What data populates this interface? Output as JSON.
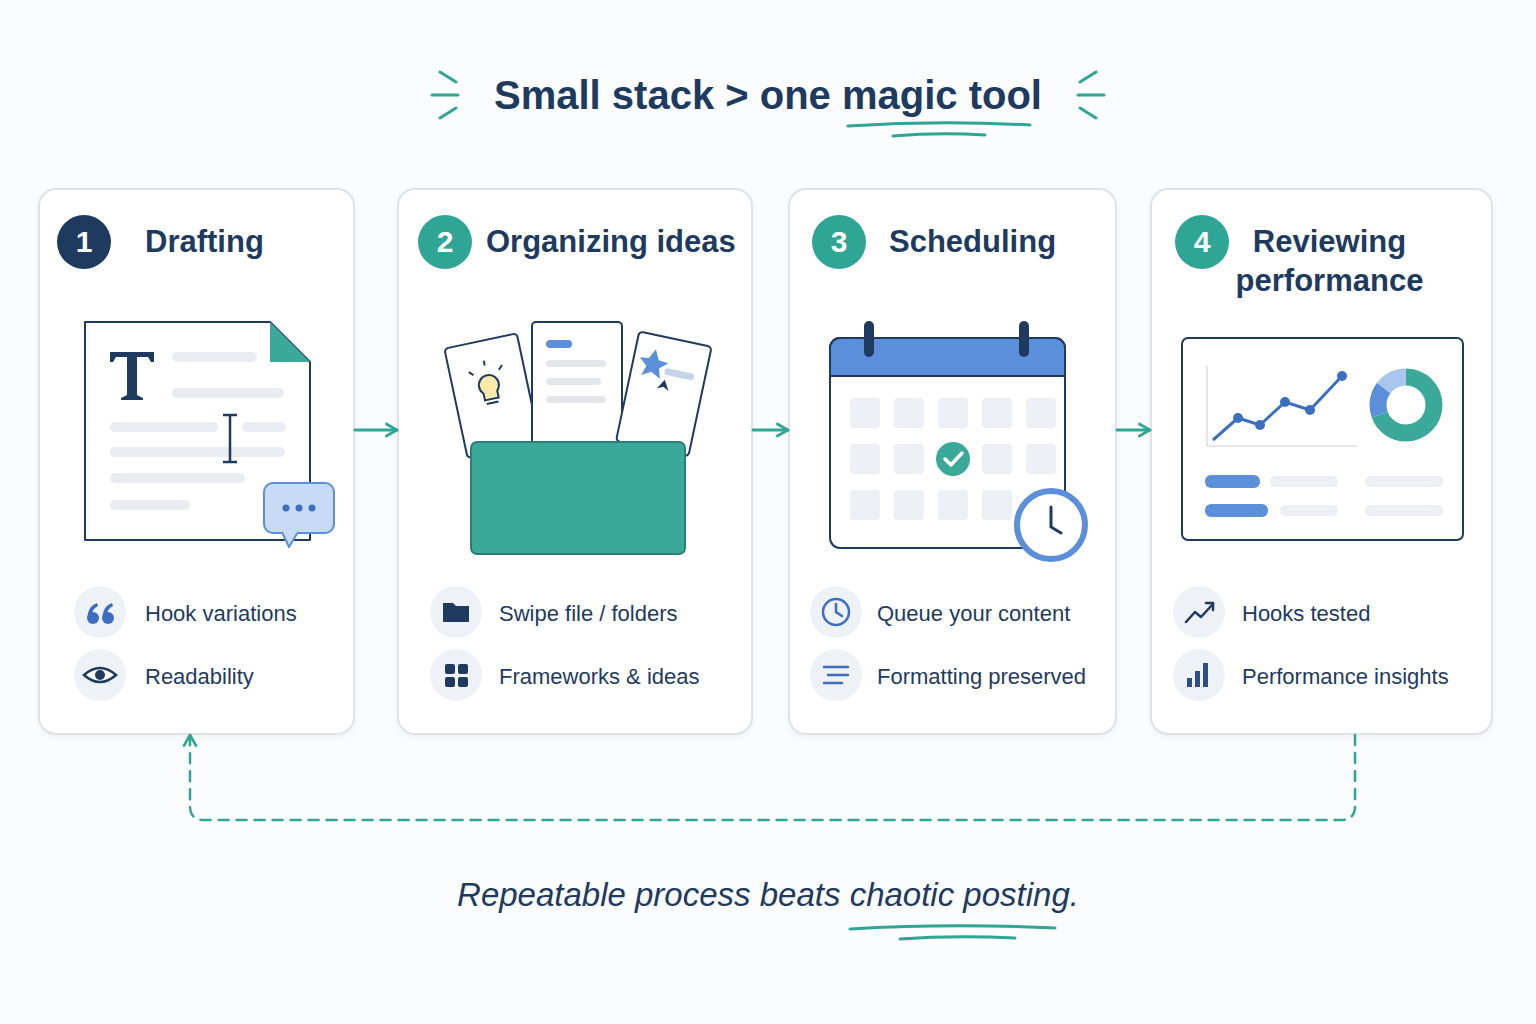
{
  "diagram": {
    "title": "Small stack > one magic tool",
    "caption": "Repeatable process beats chaotic posting.",
    "nodes": [
      {
        "text": [
          "1",
          "Drafting",
          "Hook variations",
          "Readability"
        ]
      },
      {
        "text": [
          "2",
          "Organizing ideas",
          "Swipe file / folders",
          "Frameworks & ideas"
        ]
      },
      {
        "text": [
          "3",
          "Scheduling",
          "Queue your content",
          "Formatting preserved"
        ]
      },
      {
        "text": [
          "4",
          "Reviewing performance",
          "Hooks tested",
          "Performance insights"
        ]
      }
    ],
    "edges": [
      {
        "from": 0,
        "to": 1,
        "arrow": "to"
      },
      {
        "from": 1,
        "to": 2,
        "arrow": "to"
      },
      {
        "from": 2,
        "to": 3,
        "arrow": "to"
      },
      {
        "from": 3,
        "to": 0,
        "arrow": "to"
      }
    ]
  }
}
